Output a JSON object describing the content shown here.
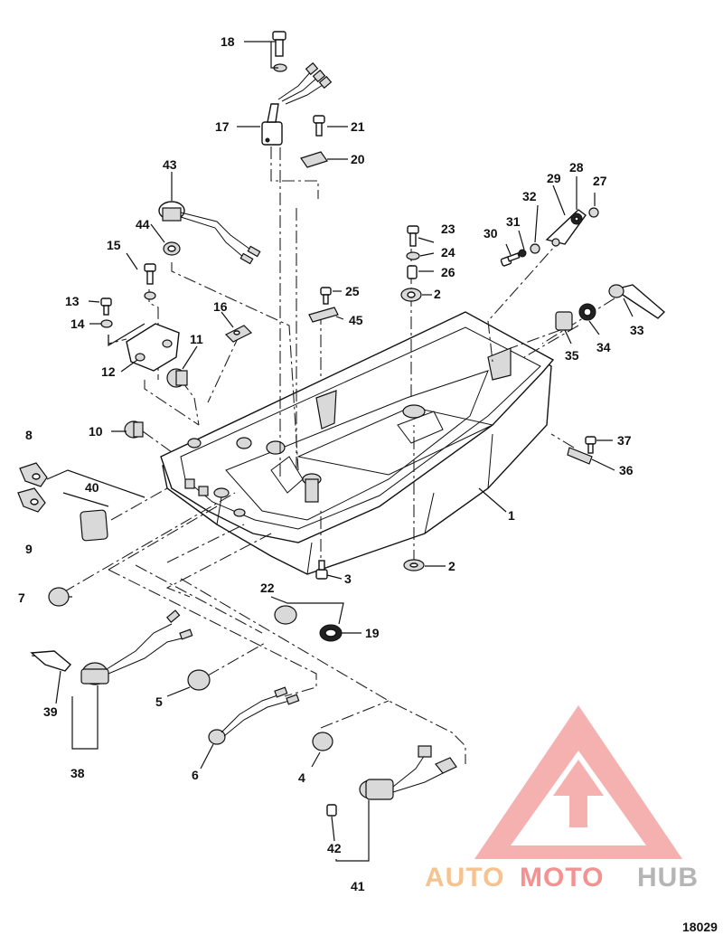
{
  "figure_number": "18029",
  "callouts": [
    "1",
    "2",
    "2",
    "3",
    "4",
    "5",
    "6",
    "7",
    "8",
    "9",
    "10",
    "11",
    "12",
    "13",
    "14",
    "15",
    "16",
    "17",
    "18",
    "19",
    "20",
    "21",
    "22",
    "23",
    "24",
    "25",
    "26",
    "27",
    "28",
    "29",
    "30",
    "31",
    "32",
    "33",
    "34",
    "35",
    "36",
    "37",
    "38",
    "39",
    "40",
    "41",
    "42",
    "43",
    "44",
    "45"
  ],
  "watermark": {
    "brand_part1": "AUTO",
    "brand_part2": "MOTO",
    "brand_part3": "HUB",
    "color_red": "#f08080",
    "color_orange": "#f5b87a",
    "color_gray": "#a9a9a9"
  }
}
